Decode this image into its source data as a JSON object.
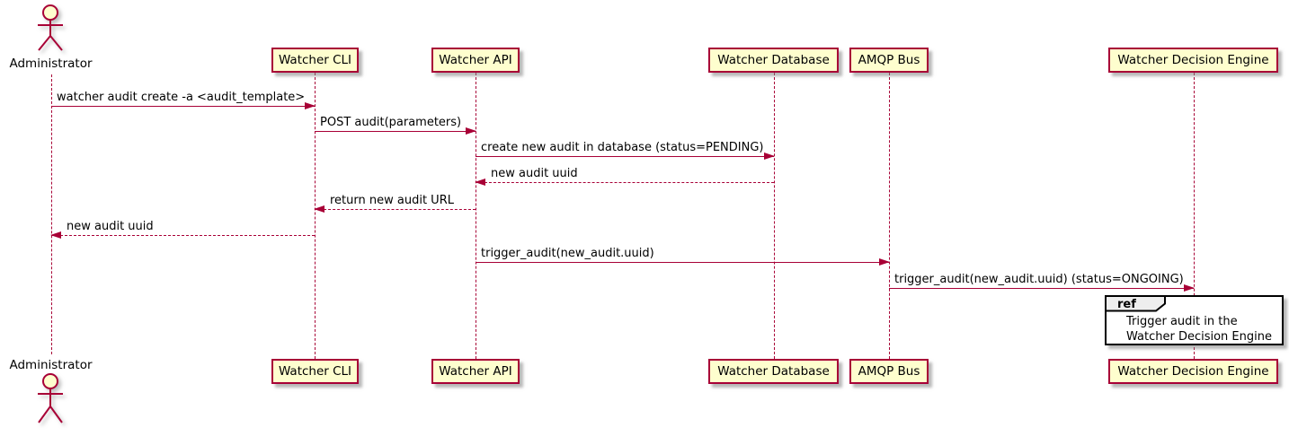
{
  "diagram_type": "sequence",
  "actor": {
    "name": "Administrator"
  },
  "participants": [
    {
      "name": "Watcher CLI"
    },
    {
      "name": "Watcher API"
    },
    {
      "name": "Watcher Database"
    },
    {
      "name": "AMQP Bus"
    },
    {
      "name": "Watcher Decision Engine"
    }
  ],
  "messages": [
    {
      "from": "Administrator",
      "to": "Watcher CLI",
      "text": "watcher audit create -a <audit_template>",
      "line": "solid",
      "direction": "right"
    },
    {
      "from": "Watcher CLI",
      "to": "Watcher API",
      "text": "POST audit(parameters)",
      "line": "solid",
      "direction": "right"
    },
    {
      "from": "Watcher API",
      "to": "Watcher Database",
      "text": "create new audit in database (status=PENDING)",
      "line": "solid",
      "direction": "right"
    },
    {
      "from": "Watcher Database",
      "to": "Watcher API",
      "text": "new audit uuid",
      "line": "dashed",
      "direction": "left"
    },
    {
      "from": "Watcher API",
      "to": "Watcher CLI",
      "text": "return new audit URL",
      "line": "dashed",
      "direction": "left"
    },
    {
      "from": "Watcher CLI",
      "to": "Administrator",
      "text": "new audit uuid",
      "line": "dashed",
      "direction": "left"
    },
    {
      "from": "Watcher API",
      "to": "AMQP Bus",
      "text": "trigger_audit(new_audit.uuid)",
      "line": "solid",
      "direction": "right"
    },
    {
      "from": "AMQP Bus",
      "to": "Watcher Decision Engine",
      "text": "trigger_audit(new_audit.uuid) (status=ONGOING)",
      "line": "solid",
      "direction": "right"
    }
  ],
  "ref_fragment": {
    "keyword": "ref",
    "line1": "Trigger audit in the",
    "line2": "Watcher Decision Engine"
  },
  "colors": {
    "participant_fill": "#FEFECE",
    "participant_border": "#A80036",
    "arrow": "#A80036",
    "lifeline": "#A80036",
    "text": "#000000",
    "ref_border": "#000000",
    "ref_header_fill": "#EEEEEE",
    "background": "#FFFFFF"
  }
}
